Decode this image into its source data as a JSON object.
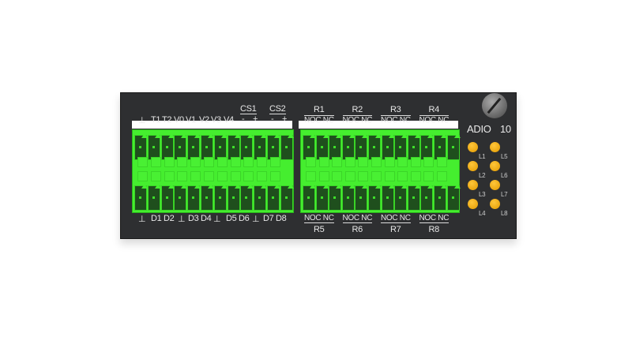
{
  "module": {
    "name": "ADIO",
    "number": "10"
  },
  "left_top_labels": [
    "⊥",
    "T1",
    "T2",
    "V0",
    "V1",
    "V2",
    "V3",
    "V4"
  ],
  "cs": [
    {
      "name": "CS1",
      "minus": "-",
      "plus": "+"
    },
    {
      "name": "CS2",
      "minus": "-",
      "plus": "+"
    }
  ],
  "left_bottom_labels": [
    "⊥",
    "D1",
    "D2",
    "⊥",
    "D3",
    "D4",
    "⊥",
    "D5",
    "D6",
    "⊥",
    "D7",
    "D8"
  ],
  "relays_top": [
    {
      "name": "R1",
      "contacts": "NOC NC"
    },
    {
      "name": "R2",
      "contacts": "NOC NC"
    },
    {
      "name": "R3",
      "contacts": "NOC NC"
    },
    {
      "name": "R4",
      "contacts": "NOC NC"
    }
  ],
  "relays_bottom": [
    {
      "name": "R5",
      "contacts": "NOC NC"
    },
    {
      "name": "R6",
      "contacts": "NOC NC"
    },
    {
      "name": "R7",
      "contacts": "NOC NC"
    },
    {
      "name": "R8",
      "contacts": "NOC NC"
    }
  ],
  "leds": [
    "L1",
    "L2",
    "L3",
    "L4",
    "L5",
    "L6",
    "L7",
    "L8"
  ],
  "colors": {
    "panel": "#2e2f31",
    "connector": "#45ee2f",
    "led": "#f0a800"
  }
}
